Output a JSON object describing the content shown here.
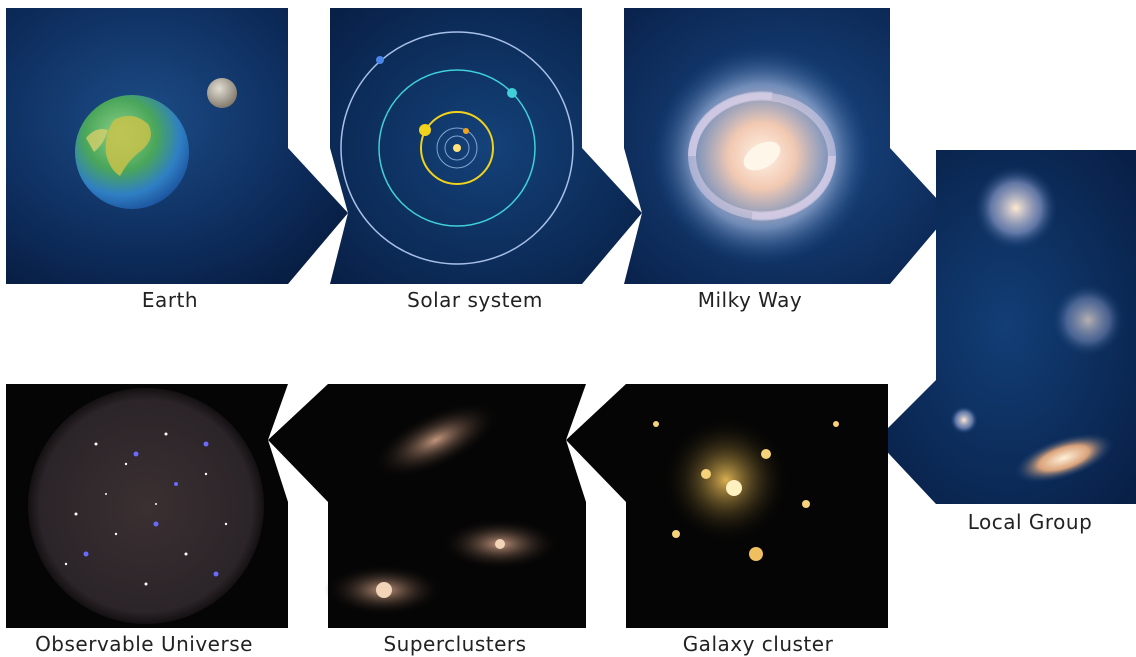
{
  "stages": [
    {
      "id": "earth",
      "label": "Earth"
    },
    {
      "id": "solar",
      "label": "Solar system"
    },
    {
      "id": "milky",
      "label": "Milky Way"
    },
    {
      "id": "local",
      "label": "Local Group"
    },
    {
      "id": "cluster",
      "label": "Galaxy cluster"
    },
    {
      "id": "super",
      "label": "Superclusters"
    },
    {
      "id": "observable",
      "label": "Observable Universe"
    }
  ],
  "colors": {
    "space_blue": "#0b2a5a",
    "space_black": "#050505",
    "orbit_yellow": "#f2d31b",
    "orbit_teal": "#3fd0d8"
  }
}
